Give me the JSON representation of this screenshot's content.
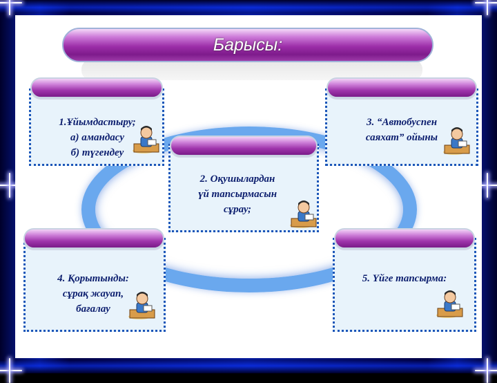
{
  "slide": {
    "title": "Барысы:"
  },
  "steps": [
    {
      "lines": [
        "1.Ұйымдастыру;",
        "а) амандасу",
        "б) түгендеу"
      ]
    },
    {
      "lines": [
        "2. Оқушылардан",
        "үй тапсырмасын",
        "сұрау;"
      ]
    },
    {
      "lines": [
        "3. “Автобуспен",
        "саяхат” ойыны"
      ]
    },
    {
      "lines": [
        "4. Қорытынды:",
        "сұрақ жауап,",
        "бағалау"
      ]
    },
    {
      "lines": [
        "5. Үйге тапсырма:"
      ]
    }
  ],
  "colors": {
    "frame": "#0a2bd8",
    "title": "#9c2ea8",
    "ring": "#6aa8ee",
    "text": "#0c1e6e"
  },
  "icons": {
    "student": "student-at-desk-icon"
  }
}
